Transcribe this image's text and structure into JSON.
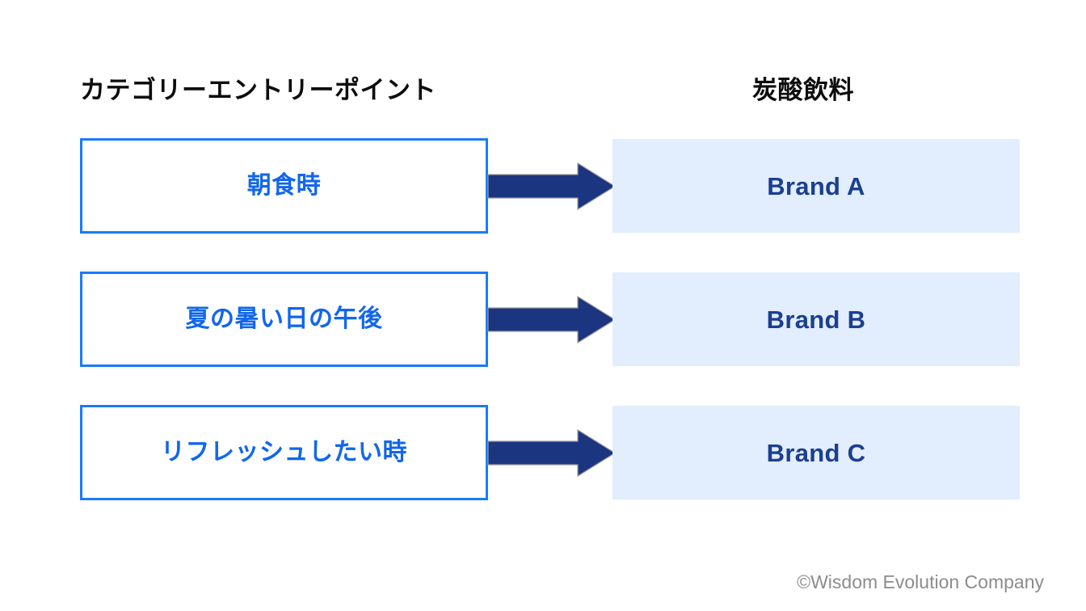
{
  "headers": {
    "left": "カテゴリーエントリーポイント",
    "right": "炭酸飲料"
  },
  "rows": [
    {
      "cep": "朝食時",
      "brand": "Brand A",
      "arrow_icon": "right-arrow-icon"
    },
    {
      "cep": "夏の暑い日の午後",
      "brand": "Brand B",
      "arrow_icon": "right-arrow-icon"
    },
    {
      "cep": "リフレッシュしたい時",
      "brand": "Brand C",
      "arrow_icon": "right-arrow-icon"
    }
  ],
  "footer": {
    "copyright": "©Wisdom Evolution Company"
  },
  "colors": {
    "cep_border": "#1a7aff",
    "cep_text": "#1166ee",
    "brand_fill": "#e2edfd",
    "brand_text": "#1b3f8f",
    "arrow_fill": "#1b3580",
    "arrow_stroke": "#9a9a9a",
    "header_text": "#0d0d0d",
    "footer_text": "#8c8c8c",
    "background": "#ffffff"
  }
}
